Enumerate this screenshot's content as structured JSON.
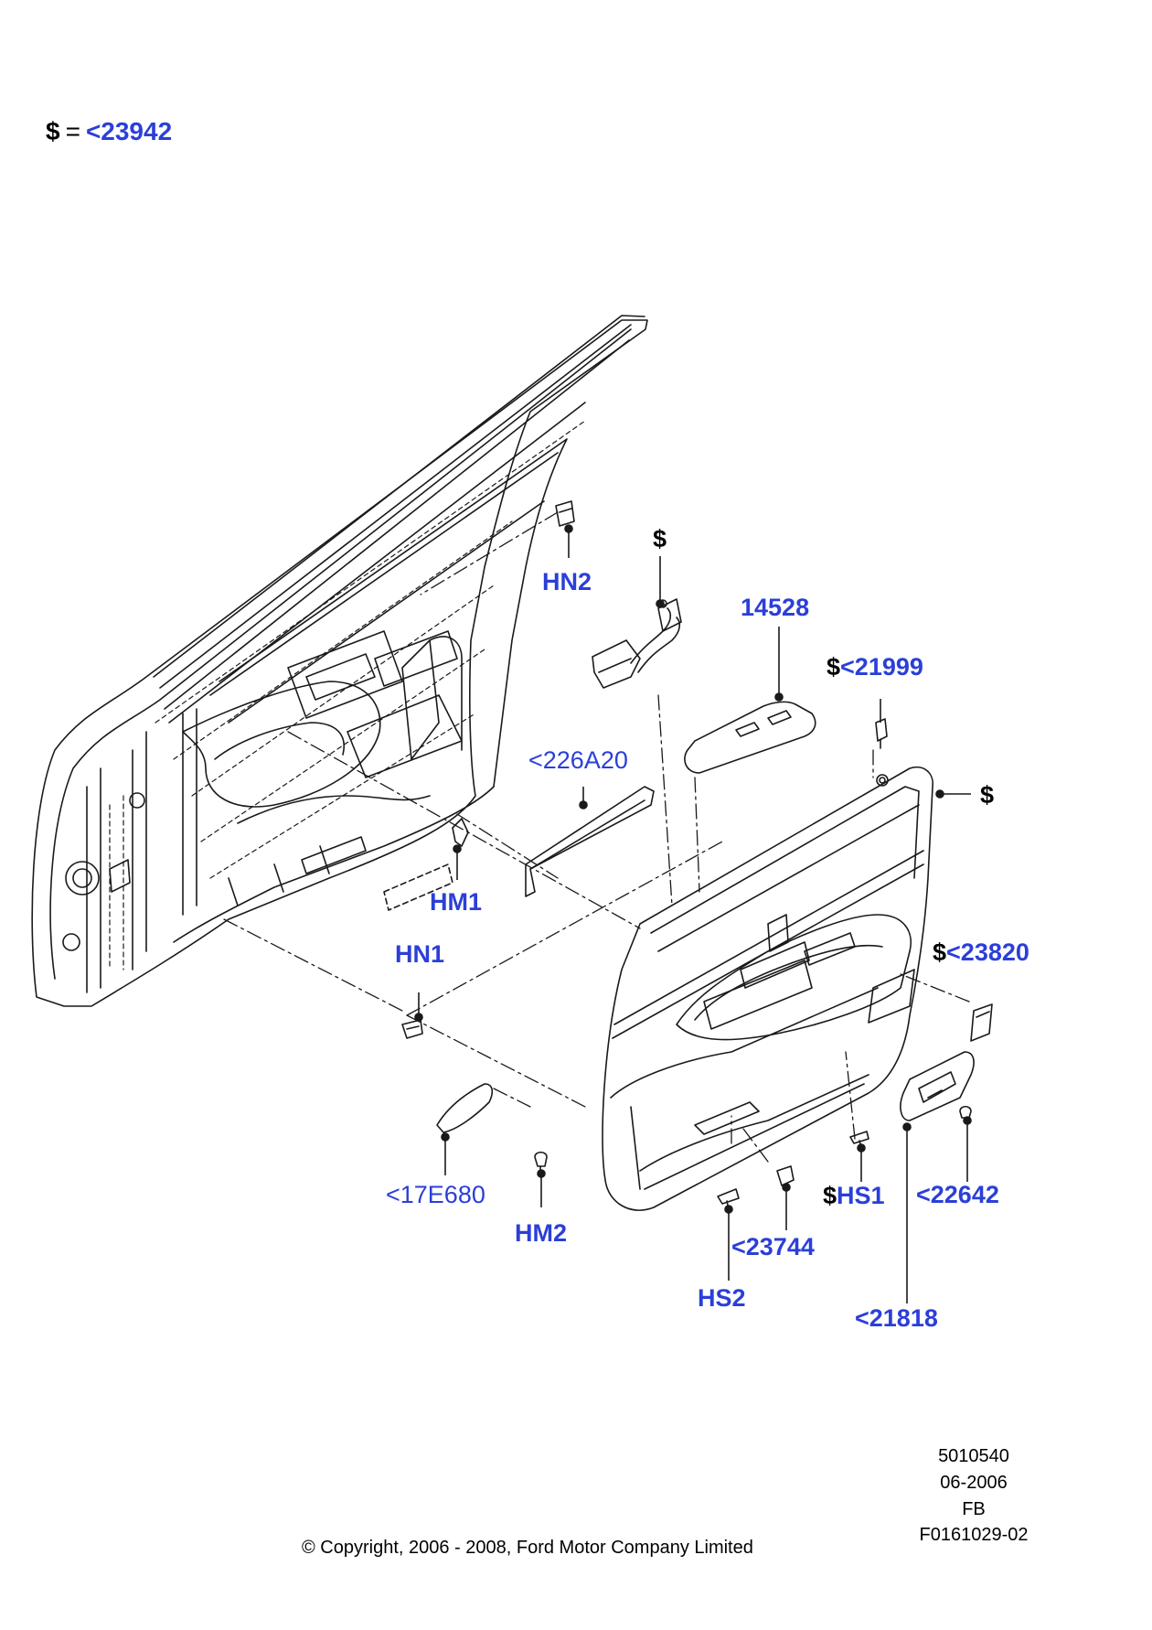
{
  "legend": {
    "symbol": "$",
    "equals": "=",
    "ref": "<23942"
  },
  "callouts": {
    "hn2": "HN2",
    "wiring_dollar": "$",
    "p14528": "14528",
    "p21999": "<21999",
    "panel_dollar": "$",
    "p226a20": "<226A20",
    "hm1": "HM1",
    "hn1": "HN1",
    "p23820": "<23820",
    "p17e680": "<17E680",
    "hm2": "HM2",
    "hs1": "HS1",
    "p22642": "<22642",
    "p23744": "<23744",
    "hs2": "HS2",
    "p21818": "<21818"
  },
  "meta": {
    "line1": "5010540",
    "line2": "06-2006",
    "line3": "FB",
    "line4": "F0161029-02"
  },
  "copyright": "© Copyright, 2006 - 2008, Ford Motor Company Limited"
}
